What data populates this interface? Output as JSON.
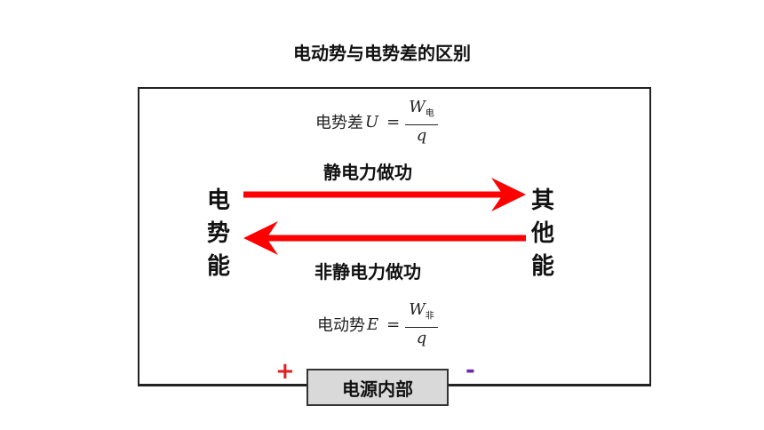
{
  "title": "电动势与电势差的区别",
  "left_energy": [
    "电",
    "势",
    "能"
  ],
  "right_energy": [
    "其",
    "他",
    "能"
  ],
  "top_arrow_label": "静电力做功",
  "bottom_arrow_label": "非静电力做功",
  "formula_top": {
    "name": "电势差",
    "variable": "U",
    "equals": "=",
    "numerator": "W",
    "numerator_sub": "电",
    "denominator": "q"
  },
  "formula_bottom": {
    "name": "电动势",
    "variable": "E",
    "equals": "=",
    "numerator": "W",
    "numerator_sub": "非",
    "denominator": "q"
  },
  "source_label": "电源内部",
  "plus_sign": "+",
  "minus_sign": "-",
  "colors": {
    "arrow": "#ff0000",
    "plus": "#e02020",
    "minus": "#6a2da8",
    "source_fill": "#d9d9d9"
  }
}
